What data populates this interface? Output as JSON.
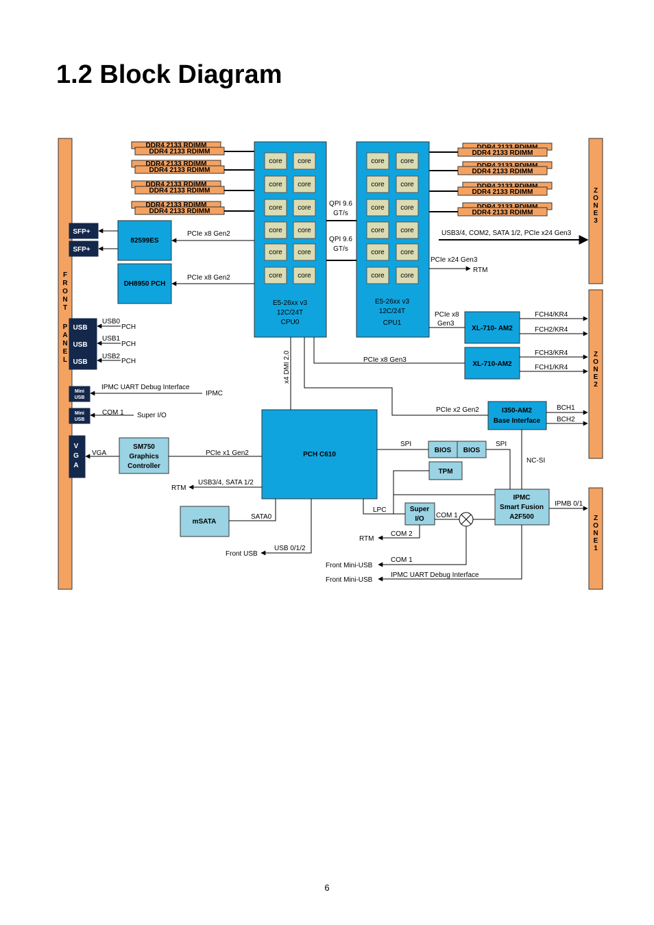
{
  "heading": "1.2 Block Diagram",
  "page_number": "6",
  "panels": {
    "front_panel": "FRONT PANEL",
    "zone3": "ZONE3",
    "zone2": "ZONE2",
    "zone1": "ZONE1"
  },
  "front_connectors": {
    "sfp1": "SFP+",
    "sfp2": "SFP+",
    "usb1": "USB",
    "usb2": "USB",
    "usb3": "USB",
    "mini1_a": "Mini",
    "mini1_b": "USB",
    "mini2_a": "Mini",
    "mini2_b": "USB",
    "vga": "VGA"
  },
  "dimm": "DDR4 2133 RDIMM",
  "cpu0": {
    "l1": "E5-26xx v3",
    "l2": "12C/24T",
    "l3": "CPU0"
  },
  "cpu1": {
    "l1": "E5-26xx v3",
    "l2": "12C/24T",
    "l3": "CPU1"
  },
  "core": "core",
  "qpi1": {
    "l1": "QPI 9.6",
    "l2": "GT/s"
  },
  "qpi2": {
    "l1": "QPI 9.6",
    "l2": "GT/s"
  },
  "chips": {
    "nic82599": "82599ES",
    "dh8950": "DH8950 PCH",
    "xl710a": "XL-710- AM2",
    "xl710b": "XL-710-AM2",
    "i350_1": "I350-AM2",
    "i350_2": "Base Interface",
    "sm750_1": "SM750",
    "sm750_2": "Graphics",
    "sm750_3": "Controller",
    "pch": "PCH C610",
    "msata": "mSATA",
    "bios1": "BIOS",
    "bios2": "BIOS",
    "tpm": "TPM",
    "superio_1": "Super",
    "superio_2": "I/O",
    "ipmc_1": "IPMC",
    "ipmc_2": "Smart Fusion",
    "ipmc_3": "A2F500"
  },
  "labels": {
    "pcie_x8_gen2_a": "PCIe x8 Gen2",
    "pcie_x8_gen2_b": "PCIe x8 Gen2",
    "zone3_bus": "USB3/4, COM2, SATA 1/2,  PCIe x24 Gen3",
    "pcie_x24": "PCIe x24 Gen3",
    "rtm_1": "RTM",
    "pcie_x8_l1": "PCIe x8",
    "pcie_x8_l2": "Gen3",
    "fch4": "FCH4/KR4",
    "fch2": "FCH2/KR4",
    "fch3": "FCH3/KR4",
    "fch1": "FCH1/KR4",
    "pcie_x8_gen3": "PCIe x8 Gen3",
    "dmi": "x4 DMI 2.0",
    "pcie_x2": "PCIe x2 Gen2",
    "bch1": "BCH1",
    "bch2": "BCH2",
    "usb0": "USB0",
    "usb1": "USB1",
    "usb2": "USB2",
    "pch_a": "PCH",
    "pch_b": "PCH",
    "pch_c": "PCH",
    "ipmc_uart": "IPMC UART Debug Interface",
    "ipmc": "IPMC",
    "com1_a": "COM 1",
    "super_io": "Super I/O",
    "vga": "VGA",
    "pcie_x1": "PCIe x1 Gen2",
    "spi_a": "SPI",
    "spi_b": "SPI",
    "ncsi": "NC-SI",
    "usb34_sata": "USB3/4, SATA 1/2",
    "rtm_2": "RTM",
    "lpc": "LPC",
    "sata0": "SATA0",
    "com1_b": "COM 1",
    "ipmb": "IPMB 0/1",
    "com2": "COM 2",
    "rtm_3": "RTM",
    "usb012": "USB 0/1/2",
    "front_usb": "Front USB",
    "com1_c": "COM 1",
    "front_mini_1": "Front Mini-USB",
    "ipmc_uart2": "IPMC UART Debug Interface",
    "front_mini_2": "Front Mini-USB"
  }
}
